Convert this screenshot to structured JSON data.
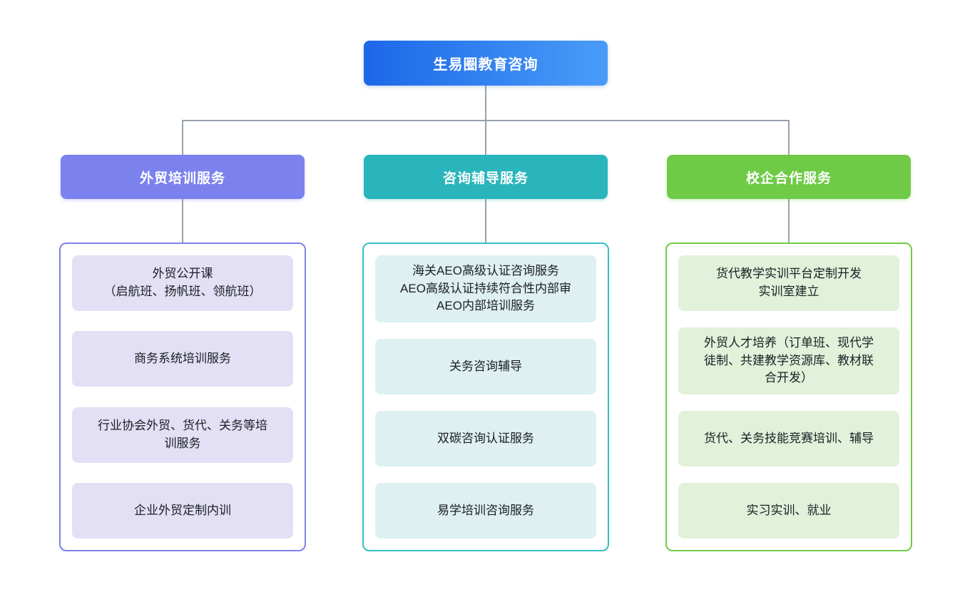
{
  "root": {
    "label": "生易圈教育咨询"
  },
  "branches": [
    {
      "label": "外贸培训服务",
      "items": [
        {
          "text": "外贸公开课\n（启航班、扬帆班、领航班）"
        },
        {
          "text": "商务系统培训服务"
        },
        {
          "text": "行业协会外贸、货代、关务等培\n训服务"
        },
        {
          "text": "企业外贸定制内训"
        }
      ]
    },
    {
      "label": "咨询辅导服务",
      "items": [
        {
          "text": "海关AEO高级认证咨询服务\nAEO高级认证持续符合性内部审\nAEO内部培训服务"
        },
        {
          "text": "关务咨询辅导"
        },
        {
          "text": "双碳咨询认证服务"
        },
        {
          "text": "易学培训咨询服务"
        }
      ]
    },
    {
      "label": "校企合作服务",
      "items": [
        {
          "text": "货代教学实训平台定制开发\n实训室建立"
        },
        {
          "text": "外贸人才培养（订单班、现代学\n徒制、共建教学资源库、教材联\n合开发）"
        },
        {
          "text": "货代、关务技能竞赛培训、辅导"
        },
        {
          "text": "实习实训、就业"
        }
      ]
    }
  ],
  "colors": {
    "root_gradient_start": "#1d67e8",
    "root_gradient_end": "#4a9cf8",
    "branch_purple": "#7b82ee",
    "branch_teal": "#2ab5bc",
    "branch_green": "#6fca46",
    "leaf_purple_bg": "#e3e0f6",
    "leaf_teal_bg": "#def0f1",
    "leaf_green_bg": "#e1f1da",
    "connector": "#97a0ad"
  }
}
